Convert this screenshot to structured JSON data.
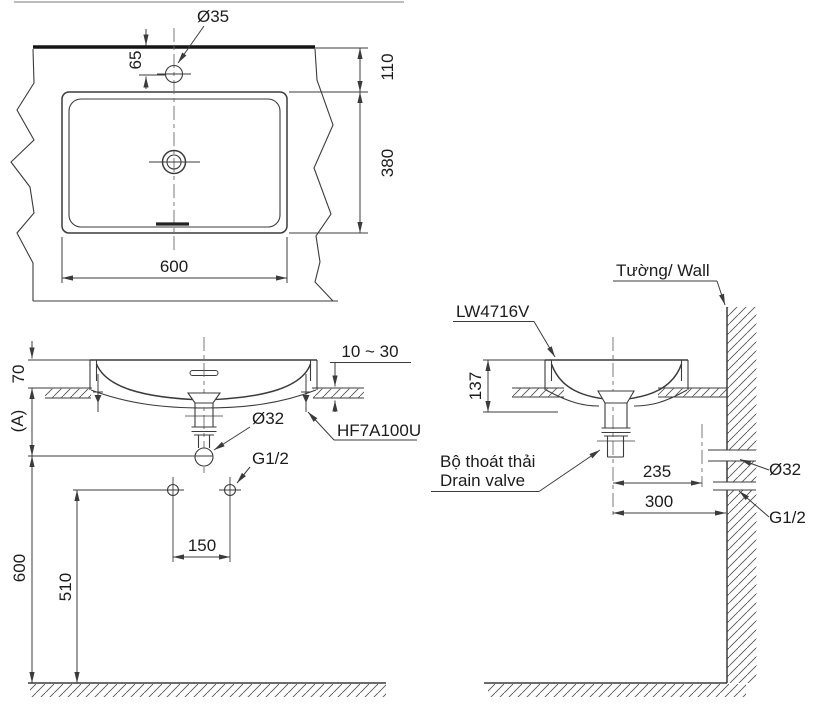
{
  "top_view": {
    "faucet_hole_dia": "Ø35",
    "faucet_hole_offset": "65",
    "rim_to_edge": "110",
    "basin_depth": "380",
    "basin_width": "600"
  },
  "front_view": {
    "rim_above_counter": "70",
    "ref_height": "(A)",
    "counter_thickness": "10 ~ 30",
    "fixing_kit": "HF7A100U",
    "drain_pipe_dia": "Ø32",
    "supply_thread": "G1/2",
    "drain_height": "600",
    "supply_height": "510",
    "faucet_pitch": "150"
  },
  "side_view": {
    "wall_label": "Tường/ Wall",
    "model": "LW4716V",
    "basin_height": "137",
    "drain_label_vi": "Bộ thoát thải",
    "drain_label_en": "Drain valve",
    "drain_to_outlet": "235",
    "drain_to_wall": "300",
    "outlet_dia": "Ø32",
    "supply_thread": "G1/2"
  }
}
